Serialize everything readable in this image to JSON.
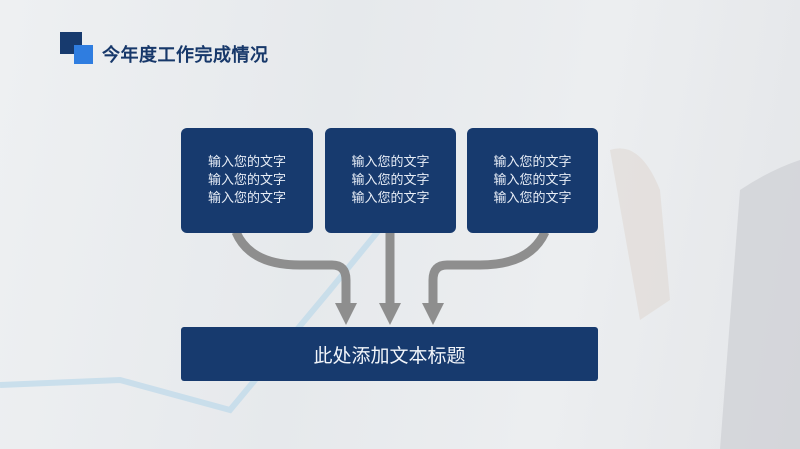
{
  "header": {
    "title": "今年度工作完成情况"
  },
  "boxes": [
    {
      "lines": [
        "输入您的文字",
        "输入您的文字",
        "输入您的文字"
      ]
    },
    {
      "lines": [
        "输入您的文字",
        "输入您的文字",
        "输入您的文字"
      ]
    },
    {
      "lines": [
        "输入您的文字",
        "输入您的文字",
        "输入您的文字"
      ]
    }
  ],
  "summary": {
    "title": "此处添加文本标题"
  },
  "colors": {
    "primary": "#173a6e",
    "accent": "#2f7de0",
    "arrow": "#8e8e8e"
  }
}
